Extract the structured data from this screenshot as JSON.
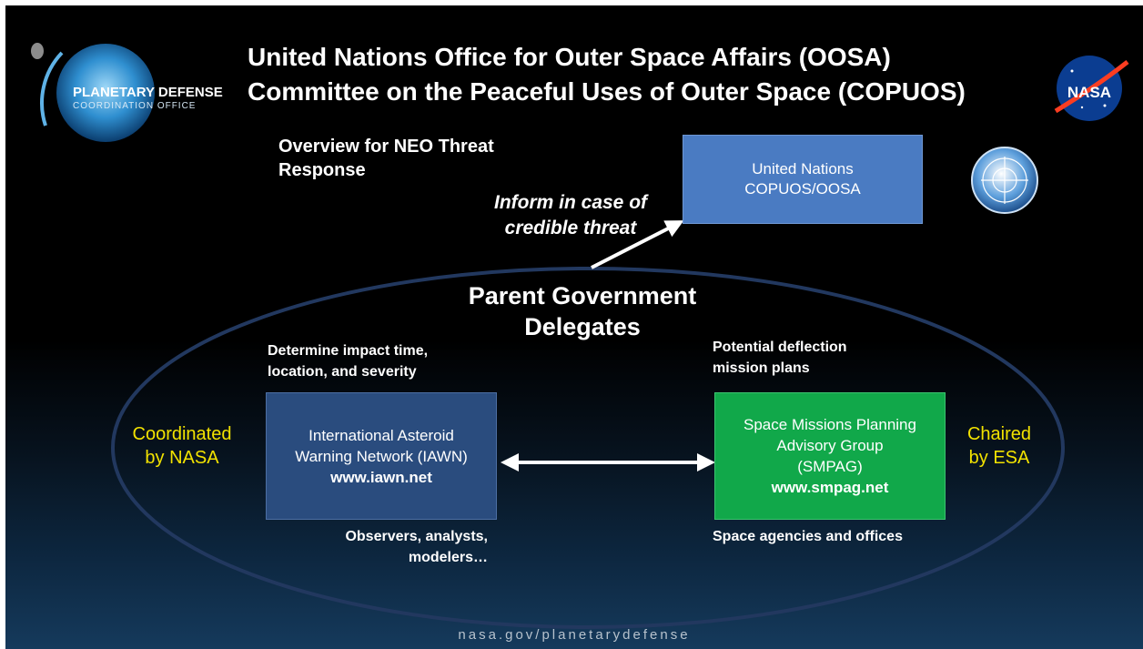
{
  "header": {
    "title_line1": "United Nations Office for Outer Space Affairs (OOSA)",
    "title_line2": "Committee on the Peaceful Uses of Outer Space (COPUOS)"
  },
  "logos": {
    "left": {
      "name": "PLANETARY DEFENSE",
      "subtitle": "COORDINATION OFFICE",
      "icon": "planetary-defense-logo"
    },
    "right": {
      "name": "NASA",
      "icon": "nasa-meatball-logo"
    },
    "un_emblem": {
      "icon": "un-emblem"
    }
  },
  "overview": {
    "line1": "Overview for NEO Threat",
    "line2": "Response"
  },
  "inform": {
    "line1": "Inform in case of",
    "line2": "credible threat"
  },
  "un_box": {
    "line1": "United Nations",
    "line2": "COPUOS/OOSA"
  },
  "parent": {
    "line1": "Parent Government",
    "line2": "Delegates"
  },
  "iawn": {
    "caption_line1": "Determine impact time,",
    "caption_line2": "location, and severity",
    "line1": "International Asteroid",
    "line2": "Warning Network (IAWN)",
    "url": "www.iawn.net",
    "sub_line1": "Observers, analysts,",
    "sub_line2": "modelers…",
    "side_line1": "Coordinated",
    "side_line2": "by NASA"
  },
  "smpag": {
    "caption_line1": "Potential deflection",
    "caption_line2": "mission plans",
    "line1": "Space Missions Planning",
    "line2": "Advisory Group",
    "line3": "(SMPAG)",
    "url": "www.smpag.net",
    "sub": "Space agencies and offices",
    "side_line1": "Chaired",
    "side_line2": "by ESA"
  },
  "footer": {
    "text": "nasa.gov/planetarydefense"
  },
  "colors": {
    "background": "#000000",
    "un_box": "#4a7bc2",
    "iawn_box": "#2a4c7e",
    "smpag_box": "#11a84a",
    "ellipse": "#22385f",
    "highlight": "#f2e200"
  }
}
